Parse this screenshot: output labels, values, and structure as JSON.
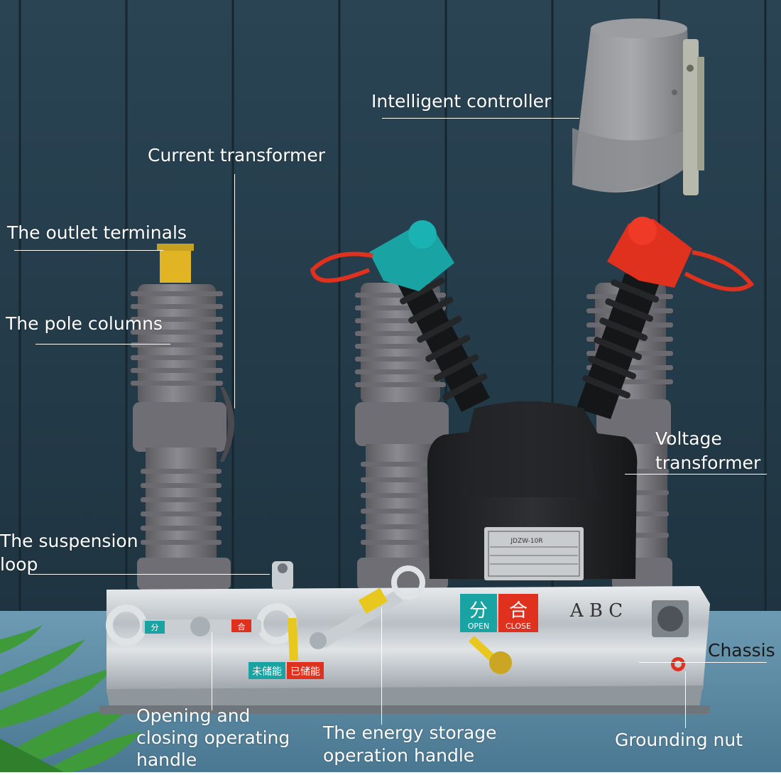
{
  "colors": {
    "wall_dark": "#1f3442",
    "wall_mid": "#2b4553",
    "floor": "#5f8ea6",
    "porcelain_gray": "#74747a",
    "rubber_black": "#141516",
    "teal_cap": "#1aa3a3",
    "red_cap": "#e0311f",
    "steel": "#c9ced2",
    "label_text": "#ffffff"
  },
  "labels": {
    "intelligent_controller": "Intelligent controller",
    "current_transformer": "Current transformer",
    "outlet_terminals": "The outlet terminals",
    "pole_columns": "The pole columns",
    "voltage_transformer_1": "Voltage",
    "voltage_transformer_2": "transformer",
    "suspension_loop_1": "The suspension",
    "suspension_loop_2": "loop",
    "chassis": "Chassis",
    "opening_closing_1": "Opening and",
    "opening_closing_2": "closing operating",
    "opening_closing_3": "handle",
    "energy_storage_1": "The energy storage",
    "energy_storage_2": "operation handle",
    "grounding_nut": "Grounding nut"
  },
  "panel_text": {
    "open_cn": "分",
    "open_en": "OPEN",
    "close_cn": "合",
    "close_en": "CLOSE",
    "not_stored": "未储能",
    "stored": "已储能",
    "phase_letters": "A B C",
    "small_open": "分",
    "small_close": "合"
  },
  "nameplate": {
    "model": "JDZW-10R"
  }
}
